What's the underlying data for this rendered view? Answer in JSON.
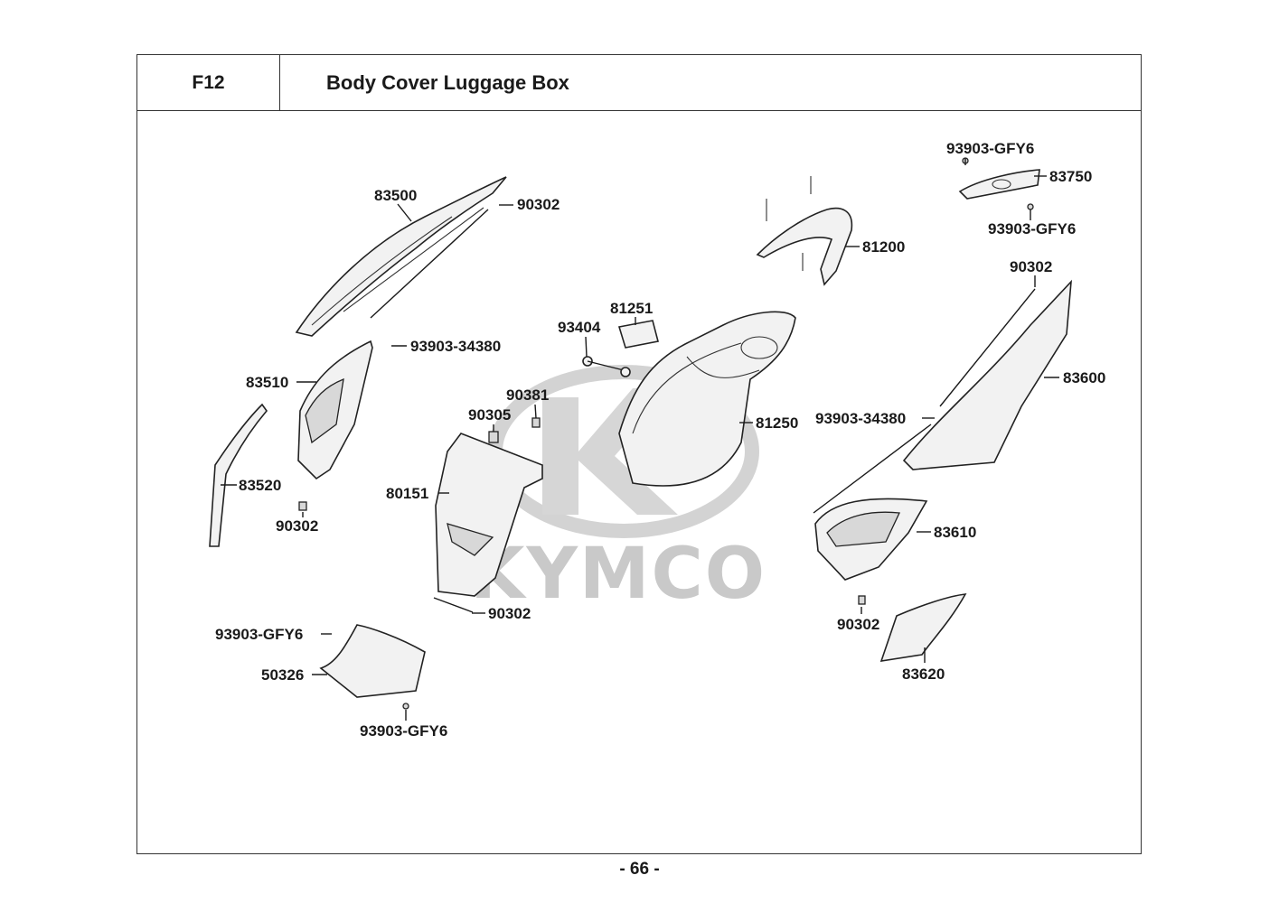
{
  "header": {
    "code": "F12",
    "title": "Body Cover  Luggage Box"
  },
  "footer": {
    "page": "- 66 -"
  },
  "watermark": {
    "brand": "KYMCO",
    "color": "#c9c9c9"
  },
  "callouts": {
    "c83500": "83500",
    "c90302_top": "90302",
    "c93903_34380_left": "93903-34380",
    "c83510": "83510",
    "c83520": "83520",
    "c90302_left": "90302",
    "c81251": "81251",
    "c93404": "93404",
    "c90381": "90381",
    "c90305": "90305",
    "c81250": "81250",
    "c80151": "80151",
    "c90302_bottom": "90302",
    "c93903_gfy6_a": "93903-GFY6",
    "c50326": "50326",
    "c93903_gfy6_b": "93903-GFY6",
    "c93903_gfy6_c": "93903-GFY6",
    "c83750": "83750",
    "c93903_gfy6_d": "93903-GFY6",
    "c81200": "81200",
    "c90302_right": "90302",
    "c83600": "83600",
    "c93903_34380_right": "93903-34380",
    "c83610": "83610",
    "c90302_right2": "90302",
    "c83620": "83620"
  }
}
